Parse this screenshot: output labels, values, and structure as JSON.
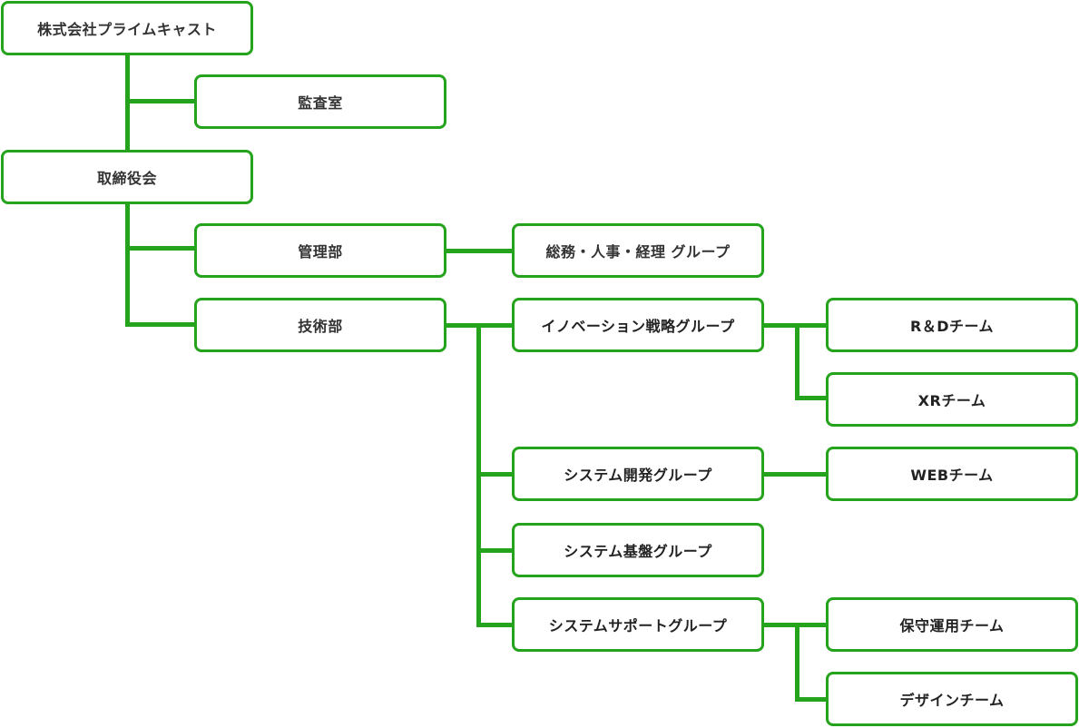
{
  "chart_title": "",
  "accent_color": "#25a31c",
  "nodes": {
    "company": "株式会社プライムキャスト",
    "audit": "監査室",
    "board": "取締役会",
    "admin_dept": "管理部",
    "tech_dept": "技術部",
    "general_affairs_group": "総務・人事・経理 グループ",
    "innovation_group": "イノベーション戦略グループ",
    "rd_team": "R＆Dチーム",
    "xr_team": "XRチーム",
    "sysdev_group": "システム開発グループ",
    "web_team": "WEBチーム",
    "infra_group": "システム基盤グループ",
    "support_group": "システムサポートグループ",
    "maintenance_team": "保守運用チーム",
    "design_team": "デザインチーム"
  }
}
